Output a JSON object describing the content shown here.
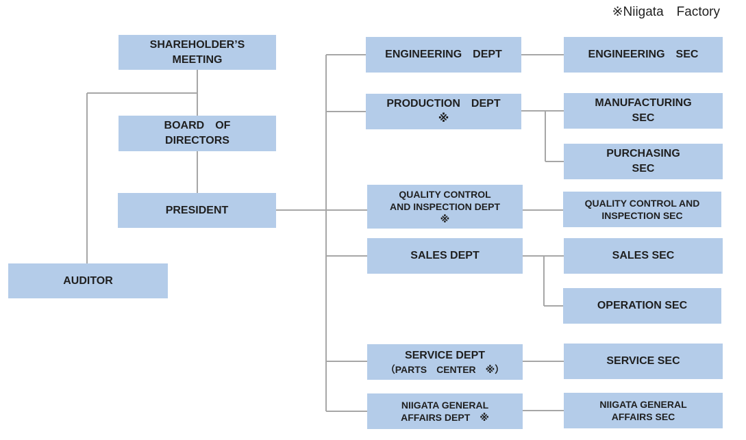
{
  "legend_note": "※Niigata　Factory",
  "nodes": {
    "shareholders": "SHAREHOLDER’S\nMEETING",
    "board": "BOARD　OF\nDIRECTORS",
    "president": "PRESIDENT",
    "auditor": "AUDITOR",
    "engineering_dept": "ENGINEERING　DEPT",
    "production_dept": "PRODUCTION　DEPT\n※",
    "qc_dept": "QUALITY CONTROL\nAND INSPECTION DEPT\n※",
    "sales_dept": "SALES DEPT",
    "service_dept_title": "SERVICE DEPT",
    "service_dept_sub": "（PARTS　CENTER　※）",
    "niigata_dept": "NIIGATA GENERAL\nAFFAIRS DEPT　※",
    "engineering_sec": "ENGINEERING　SEC",
    "manufacturing_sec": "MANUFACTURING\nSEC",
    "purchasing_sec": "PURCHASING\nSEC",
    "qc_sec": "QUALITY CONTROL AND\nINSPECTION SEC",
    "sales_sec": "SALES SEC",
    "operation_sec": "OPERATION SEC",
    "service_sec": "SERVICE SEC",
    "niigata_sec": "NIIGATA GENERAL\nAFFAIRS SEC"
  },
  "colors": {
    "box_fill": "#b4cce9",
    "connector": "#a6a6a6"
  }
}
